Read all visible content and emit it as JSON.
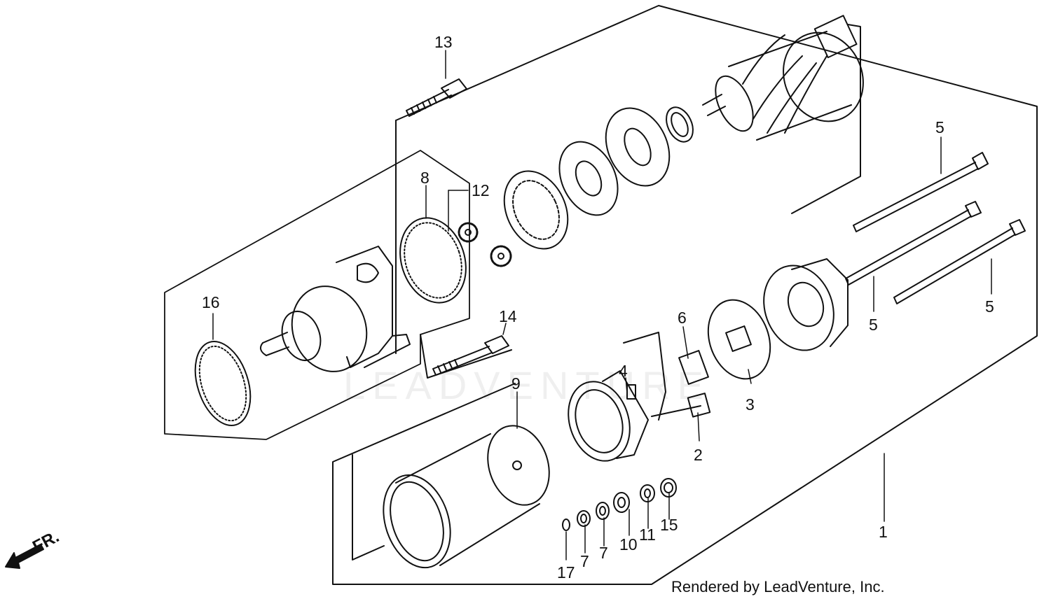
{
  "callouts": {
    "c1": "1",
    "c2": "2",
    "c3": "3",
    "c4": "4",
    "c5a": "5",
    "c5b": "5",
    "c5c": "5",
    "c6": "6",
    "c7a": "7",
    "c7b": "7",
    "c8": "8",
    "c9": "9",
    "c10": "10",
    "c11": "11",
    "c12": "12",
    "c13": "13",
    "c14": "14",
    "c15": "15",
    "c16": "16",
    "c17": "17"
  },
  "direction_label": "FR.",
  "credit": "Rendered by LeadVenture, Inc.",
  "watermark": "LEADVENTURE",
  "colors": {
    "line": "#111111",
    "background": "#ffffff"
  }
}
